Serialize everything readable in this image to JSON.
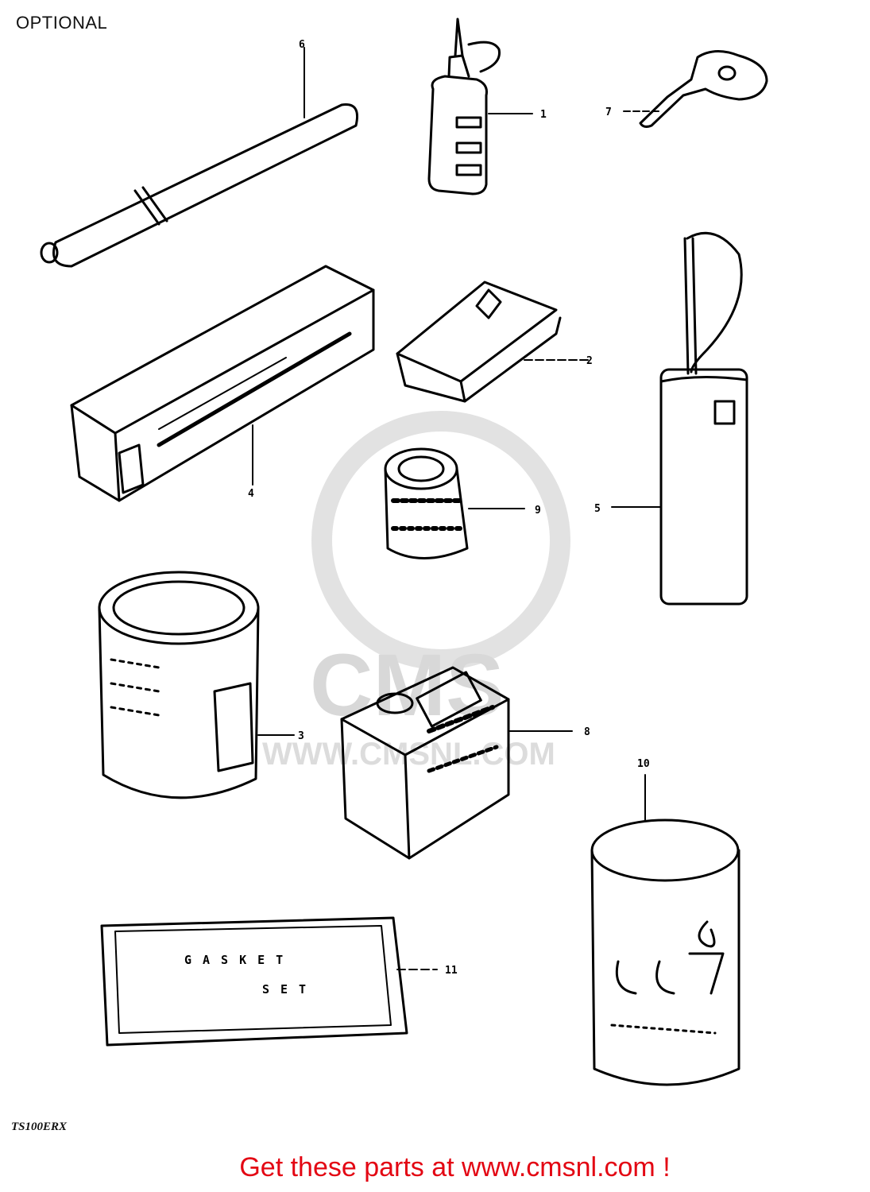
{
  "page": {
    "title": "OPTIONAL",
    "model_code": "TS100ERX",
    "footer_text": "Get these parts at www.cmsnl.com !",
    "footer_color": "#e30613"
  },
  "watermark": {
    "logo": "CMS",
    "url": "WWW.CMSNL.COM"
  },
  "callouts": [
    {
      "id": "6",
      "label": "6"
    },
    {
      "id": "1",
      "label": "1"
    },
    {
      "id": "7",
      "label": "7"
    },
    {
      "id": "2",
      "label": "2"
    },
    {
      "id": "4",
      "label": "4"
    },
    {
      "id": "9",
      "label": "9"
    },
    {
      "id": "5",
      "label": "5"
    },
    {
      "id": "3",
      "label": "3"
    },
    {
      "id": "8",
      "label": "8"
    },
    {
      "id": "10",
      "label": "10"
    },
    {
      "id": "11",
      "label": "11"
    }
  ],
  "gasket_set": {
    "line1": "GASKET",
    "line2": "SET"
  }
}
